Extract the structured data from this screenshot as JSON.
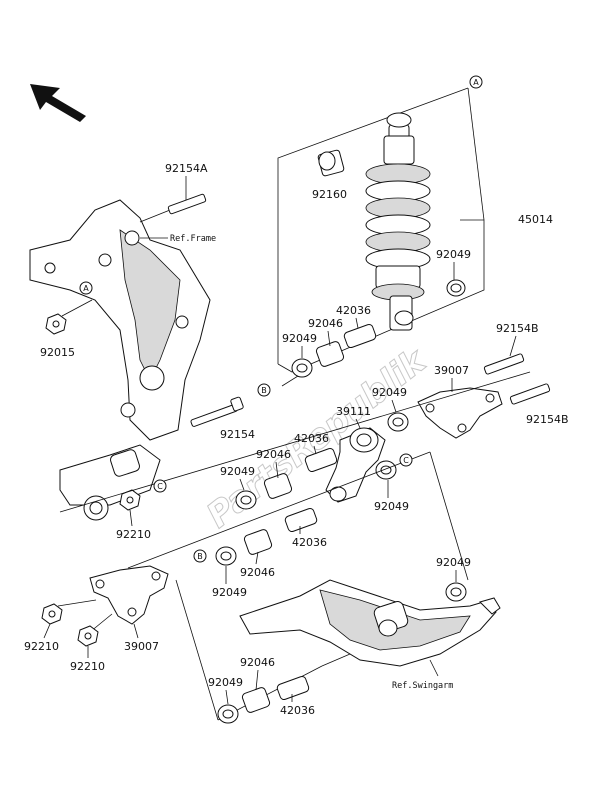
{
  "watermark": "PartsRepublik",
  "refs": {
    "frame": "Ref.Frame",
    "swingarm": "Ref.Swingarm"
  },
  "circle_labels": {
    "a_top": "A",
    "a_frame": "A",
    "b_upper": "B",
    "b_lower": "B",
    "c_frame": "C",
    "c_link": "C"
  },
  "part_numbers": {
    "p92154a": "92154A",
    "p45014": "45014",
    "p92160": "92160",
    "p92049_shock": "92049",
    "p42036_top": "42036",
    "p92046_top": "92046",
    "p92049_b": "92049",
    "p92015": "92015",
    "p92154b_top": "92154B",
    "p39007_right": "39007",
    "p92049_r1": "92049",
    "p92154b_right": "92154B",
    "p39111": "39111",
    "p92154": "92154",
    "p42036_mid": "42036",
    "p92046_mid": "92046",
    "p92049_mid": "92049",
    "p92049_r2": "92049",
    "p92210_frame": "92210",
    "p42036_low": "42036",
    "p92046_low": "92046",
    "p92049_low": "92049",
    "p92049_swing": "92049",
    "p92210_a": "92210",
    "p92210_b": "92210",
    "p39007_left": "39007",
    "p92046_bot": "92046",
    "p92049_bot": "92049",
    "p42036_bot": "42036"
  }
}
